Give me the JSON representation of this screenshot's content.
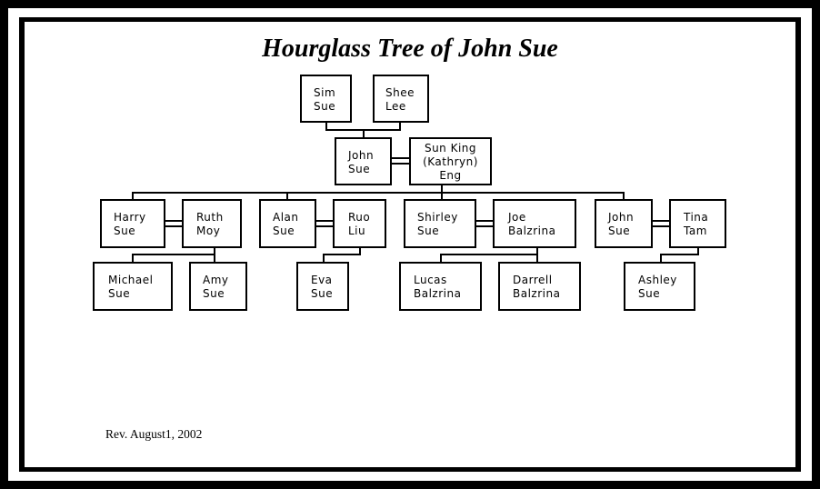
{
  "title": "Hourglass Tree of John Sue",
  "revision": "Rev. August1, 2002",
  "people": {
    "sim_sue": "Sim\nSue",
    "shee_lee": "Shee\nLee",
    "john_sue": "John\nSue",
    "sun_king_eng": "Sun King\n(Kathryn)\nEng",
    "harry_sue": "Harry\nSue",
    "ruth_moy": "Ruth\nMoy",
    "alan_sue": "Alan\nSue",
    "ruo_liu": "Ruo\nLiu",
    "shirley_sue": "Shirley\nSue",
    "joe_balzrina": "Joe\nBalzrina",
    "john_sue_jr": "John\nSue",
    "tina_tam": "Tina\nTam",
    "michael_sue": "Michael\nSue",
    "amy_sue": "Amy\nSue",
    "eva_sue": "Eva\nSue",
    "lucas_balzrina": "Lucas\nBalzrina",
    "darrell_balzrina": "Darrell\nBalzrina",
    "ashley_sue": "Ashley\nSue"
  }
}
